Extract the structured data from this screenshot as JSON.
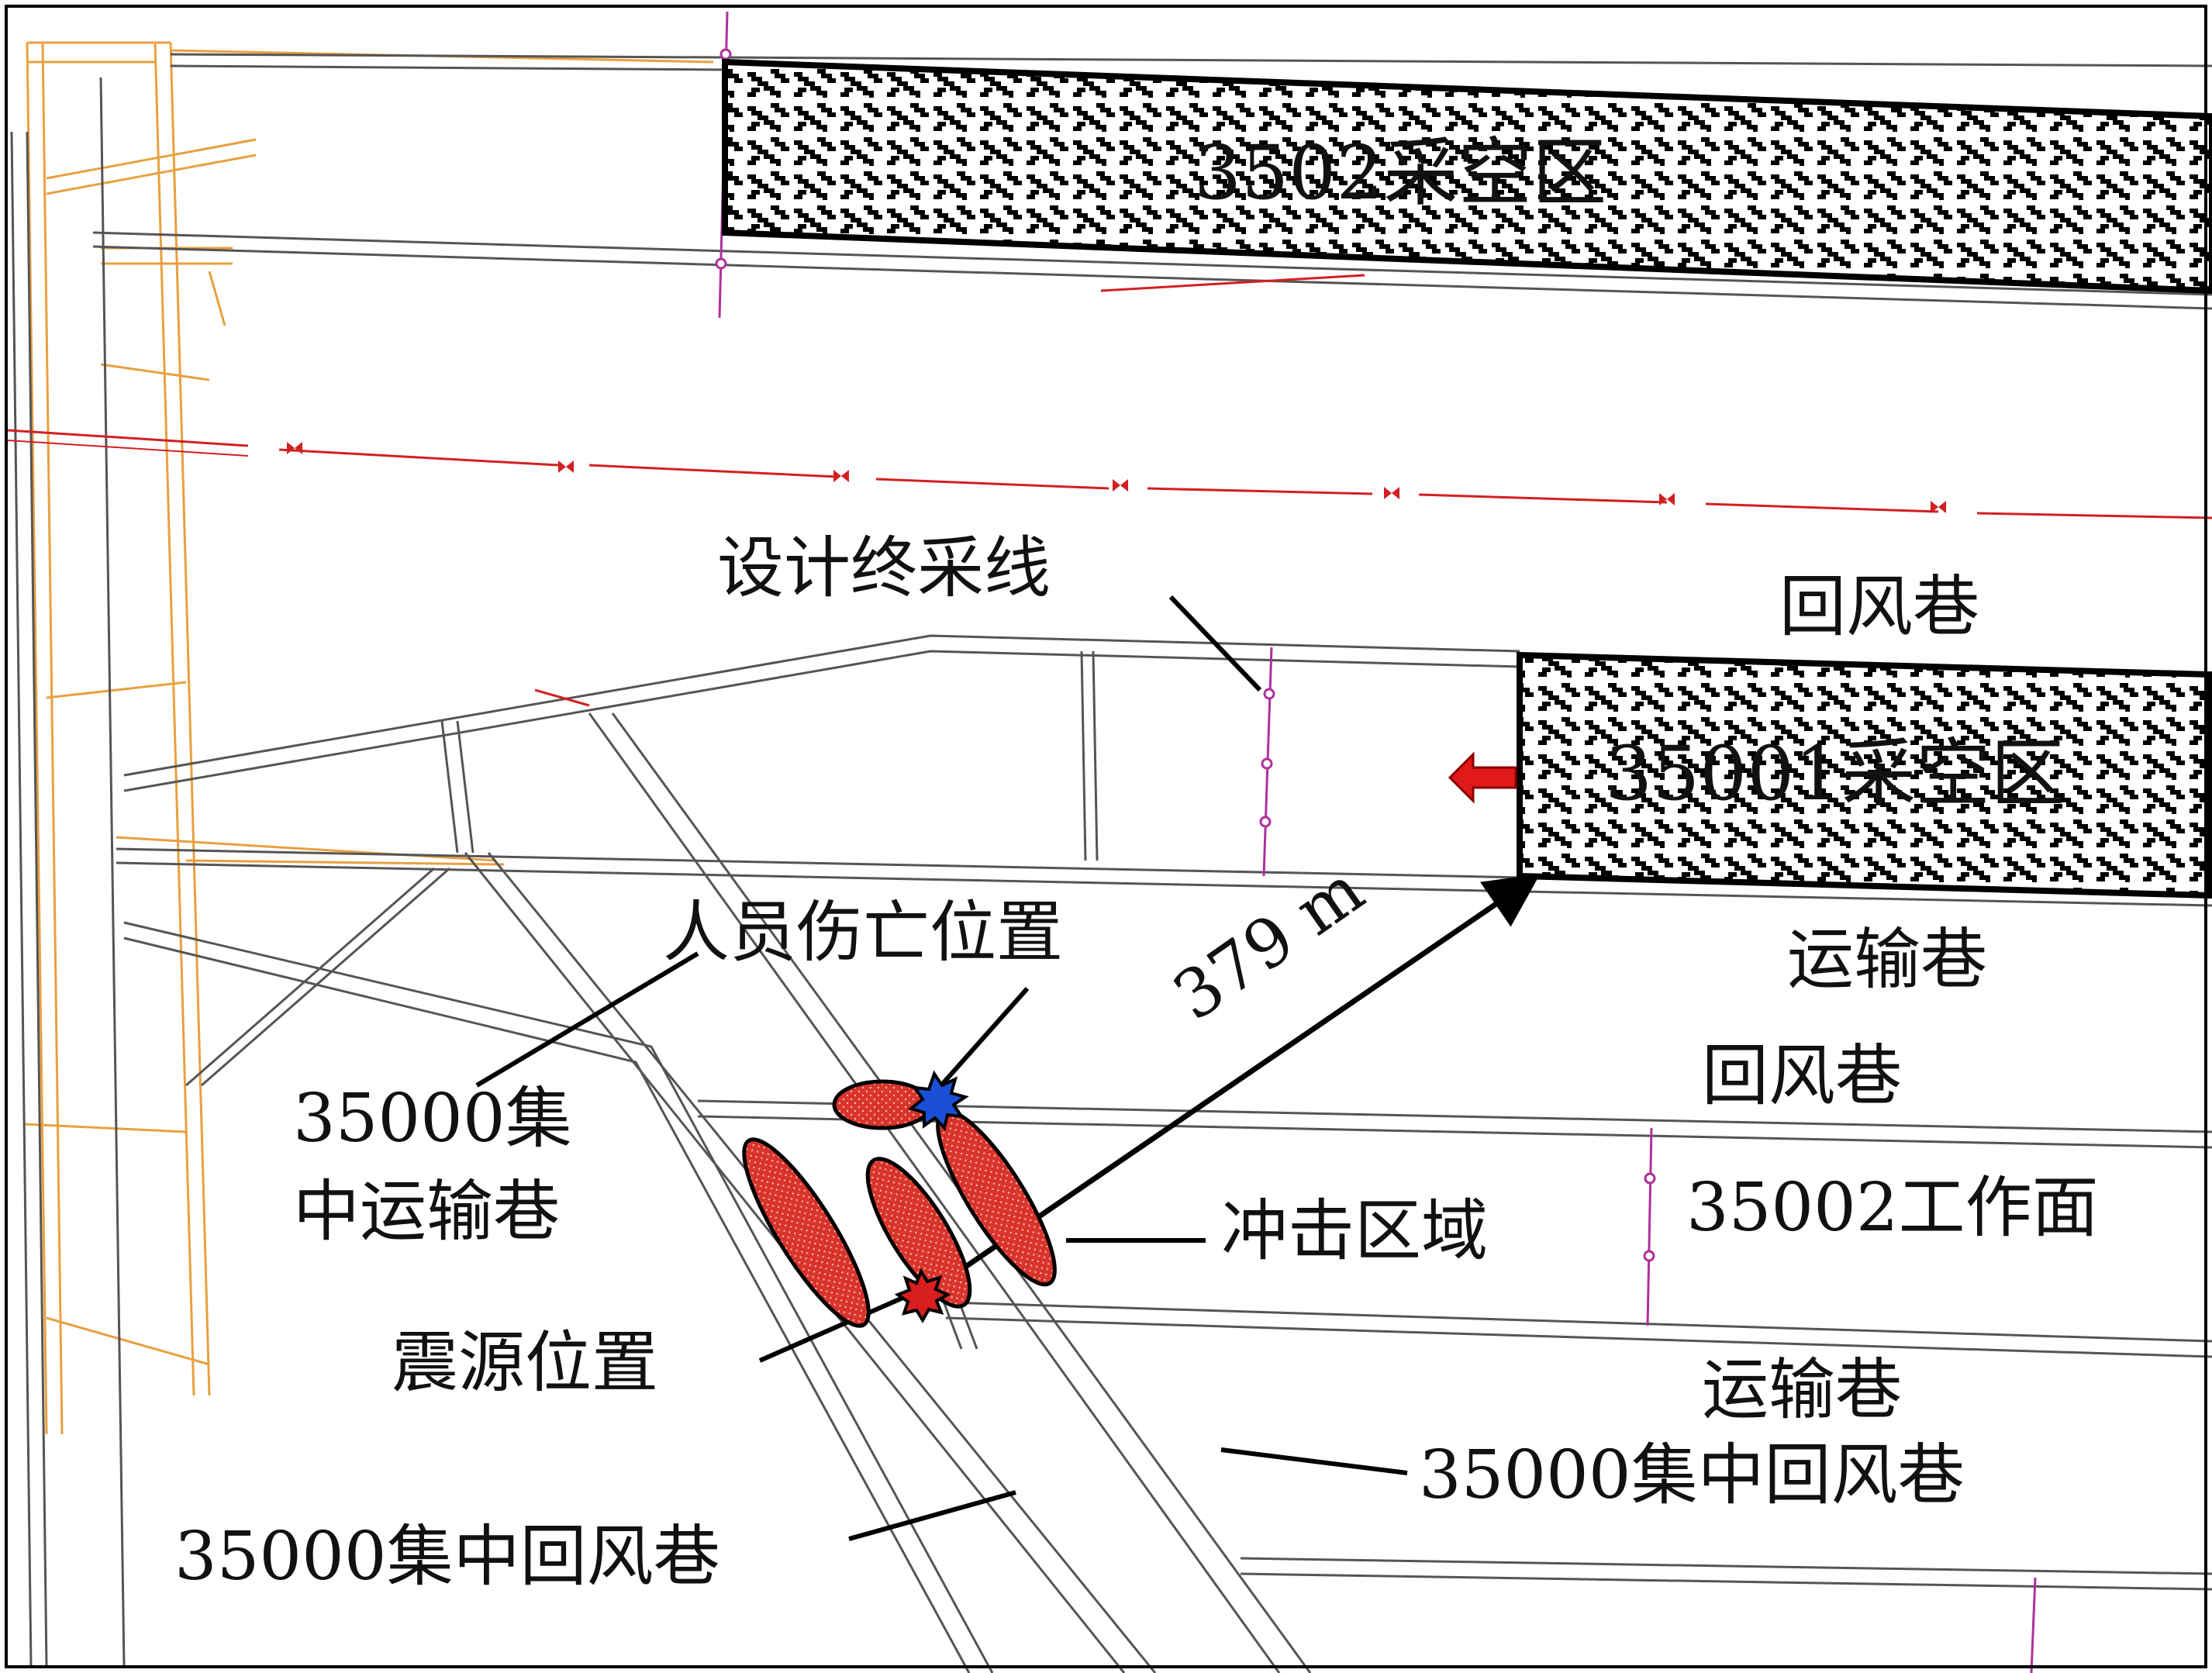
{
  "labels": {
    "goaf_3502": "3502采空区",
    "design_stop_line": "设计终采线",
    "return_roadway_1": "回风巷",
    "goaf_35001": "35001采空区",
    "haulage_roadway_1": "运输巷",
    "casualty_location": "人员伤亡位置",
    "distance": "379 m",
    "return_roadway_2": "回风巷",
    "central_haulage_35000_line1": "35000集",
    "central_haulage_35000_line2": "中运输巷",
    "impact_zone": "冲击区域",
    "working_face_35002": "35002工作面",
    "source_location": "震源位置",
    "haulage_roadway_2": "运输巷",
    "central_return_35000_right": "35000集中回风巷",
    "central_return_35000_left": "35000集中回风巷"
  },
  "colors": {
    "goaf_border": "#000000",
    "impact_zone_fill": "#d9342b",
    "source_star": "#d81e1e",
    "casualty_star": "#1a4fd8",
    "arrow_red": "#e0191a",
    "roadway_orange": "#e8a040",
    "boundary_red": "#d22020",
    "survey_magenta": "#b0309a"
  }
}
